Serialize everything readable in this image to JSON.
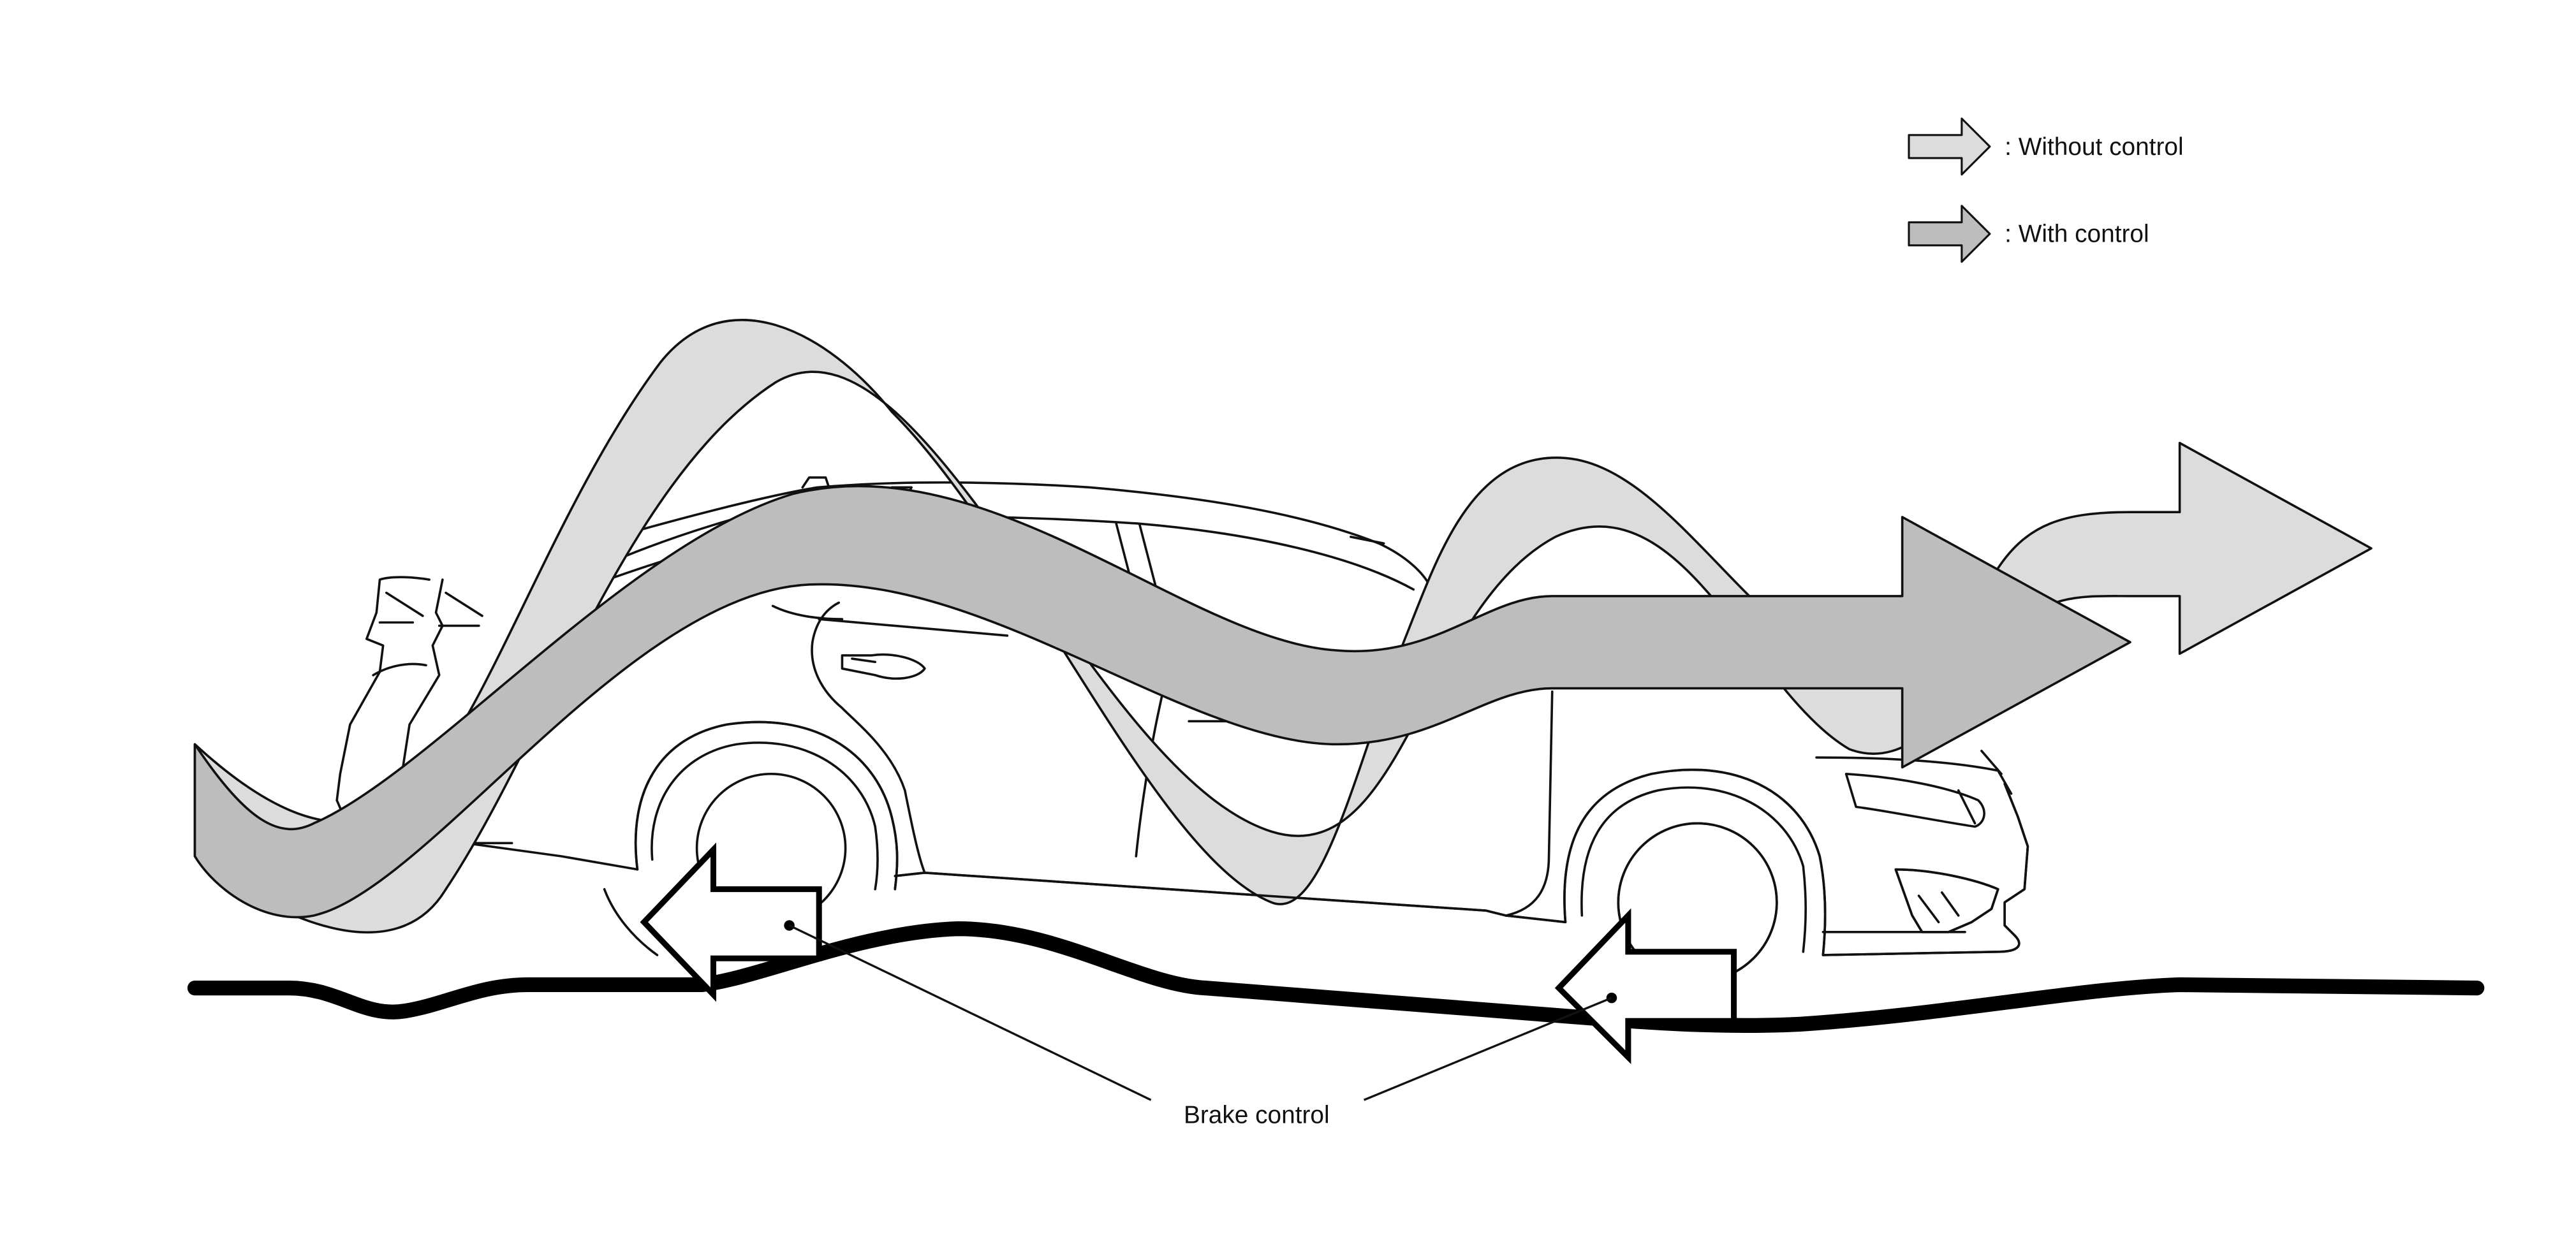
{
  "legend": {
    "items": [
      {
        "label": ": Without control",
        "fill": "#dcdcdc"
      },
      {
        "label": ": With control",
        "fill": "#bdbdbd"
      }
    ]
  },
  "callout": {
    "label": "Brake control"
  },
  "colors": {
    "without_control": "#dcdcdc",
    "with_control": "#bdbdbd",
    "outline": "#111111",
    "road": "#000000",
    "background": "#ffffff"
  }
}
